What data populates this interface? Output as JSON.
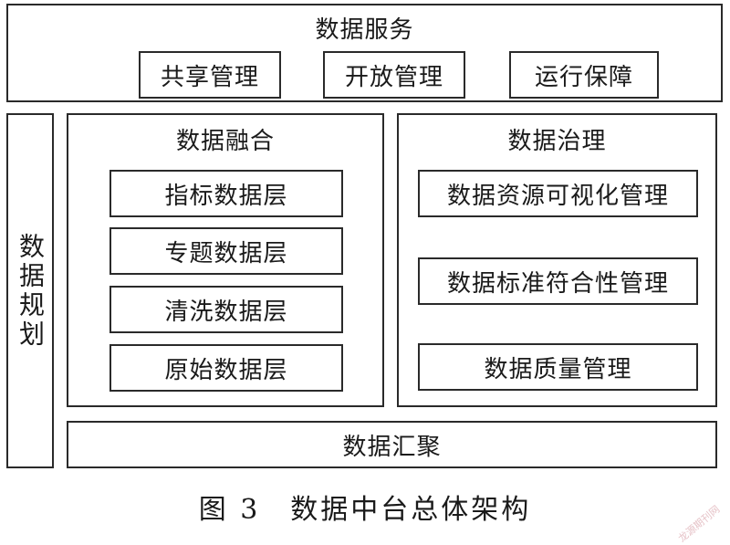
{
  "data_service": {
    "title": "数据服务",
    "items": [
      "共享管理",
      "开放管理",
      "运行保障"
    ]
  },
  "data_planning": {
    "title": "数据规划"
  },
  "data_fusion": {
    "title": "数据融合",
    "layers": [
      "指标数据层",
      "专题数据层",
      "清洗数据层",
      "原始数据层"
    ]
  },
  "data_governance": {
    "title": "数据治理",
    "items": [
      "数据资源可视化管理",
      "数据标准符合性管理",
      "数据质量管理"
    ]
  },
  "data_aggregation": {
    "title": "数据汇聚"
  },
  "caption": "图 3　数据中台总体架构",
  "watermark": "龙源期刊网"
}
